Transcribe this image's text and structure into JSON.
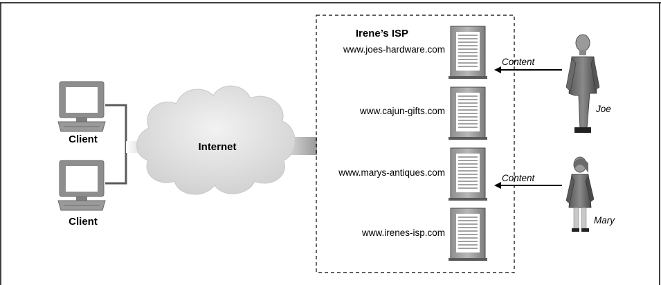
{
  "isp_title": "Irene’s ISP",
  "internet_label": "Internet",
  "clients": [
    {
      "label": "Client"
    },
    {
      "label": "Client"
    }
  ],
  "servers": [
    {
      "host": "www.joes-hardware.com"
    },
    {
      "host": "www.cajun-gifts.com"
    },
    {
      "host": "www.marys-antiques.com"
    },
    {
      "host": "www.irenes-isp.com"
    }
  ],
  "content_arrows": [
    {
      "label": "Content"
    },
    {
      "label": "Content"
    }
  ],
  "people": [
    {
      "name": "Joe"
    },
    {
      "name": "Mary"
    }
  ]
}
